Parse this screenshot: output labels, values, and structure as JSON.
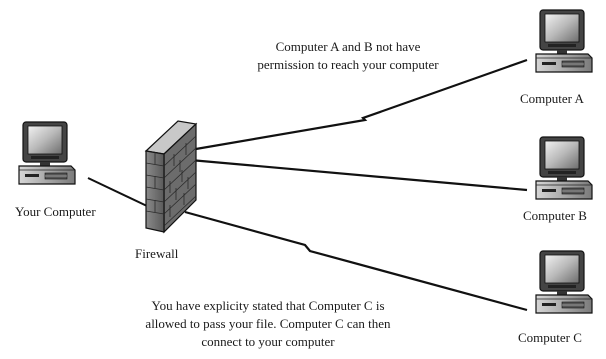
{
  "nodes": {
    "your_computer": "Your Computer",
    "firewall": "Firewall",
    "computer_a": "Computer A",
    "computer_b": "Computer B",
    "computer_c": "Computer C"
  },
  "notes": {
    "blocked": [
      "Computer A and B not have",
      "permission to reach your computer"
    ],
    "allowed": [
      "You have explicity stated that Computer C is",
      "allowed to pass your file. Computer C can then",
      "connect to your computer"
    ]
  }
}
